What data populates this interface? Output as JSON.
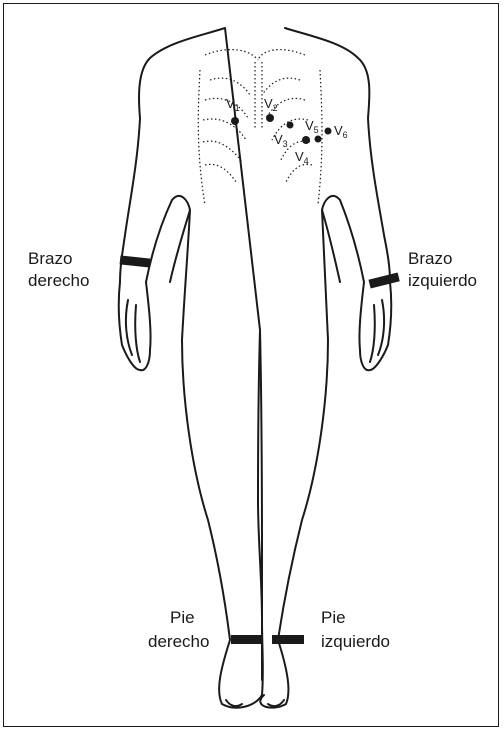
{
  "diagram": {
    "labels": {
      "right_arm_line1": "Brazo",
      "right_arm_line2": "derecho",
      "left_arm_line1": "Brazo",
      "left_arm_line2": "izquierdo",
      "right_foot_line1": "Pie",
      "right_foot_line2": "derecho",
      "left_foot_line1": "Pie",
      "left_foot_line2": "izquierdo"
    },
    "chest_leads": [
      {
        "letter": "V",
        "sub": "1"
      },
      {
        "letter": "V",
        "sub": "2"
      },
      {
        "letter": "V",
        "sub": "3"
      },
      {
        "letter": "V",
        "sub": "4"
      },
      {
        "letter": "V",
        "sub": "5"
      },
      {
        "letter": "V",
        "sub": "6"
      }
    ],
    "colors": {
      "ink": "#1a1a1a",
      "background": "#ffffff"
    }
  }
}
